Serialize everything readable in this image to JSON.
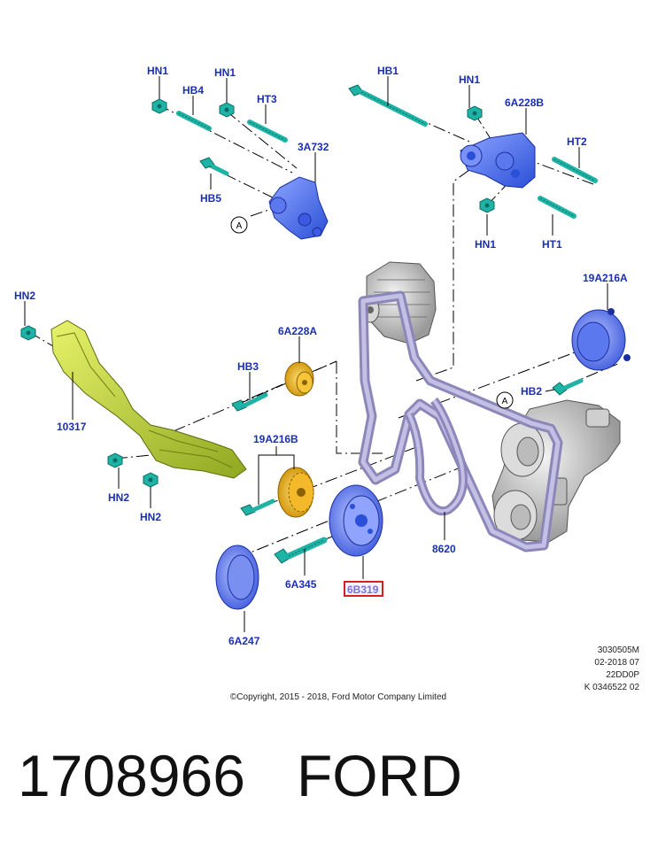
{
  "labels": {
    "hn1_a": "HN1",
    "hb4": "HB4",
    "hn1_b": "HN1",
    "ht3": "HT3",
    "a3a732": "3A732",
    "hb5": "HB5",
    "ref_a_top": "A",
    "hb1": "HB1",
    "hn1_c": "HN1",
    "a6a228b": "6A228B",
    "ht2": "HT2",
    "hn1_d": "HN1",
    "ht1": "HT1",
    "hn2_a": "HN2",
    "a10317": "10317",
    "a6a228a": "6A228A",
    "hb3": "HB3",
    "a19a216b": "19A216B",
    "hn2_b": "HN2",
    "hn2_c": "HN2",
    "a19a216a": "19A216A",
    "hb2": "HB2",
    "ref_a_right": "A",
    "a8620": "8620",
    "a6a345": "6A345",
    "a6b319": "6B319",
    "a6a247": "6A247"
  },
  "highlight_color": "#d42020",
  "meta": {
    "line1": "3030505M",
    "line2": "02-2018 07",
    "line3": "22DD0P",
    "line4": "K 0346522 02"
  },
  "copyright": "©Copyright, 2015 - 2018, Ford Motor Company Limited",
  "footer": {
    "part_number": "1708966",
    "brand": "FORD"
  }
}
